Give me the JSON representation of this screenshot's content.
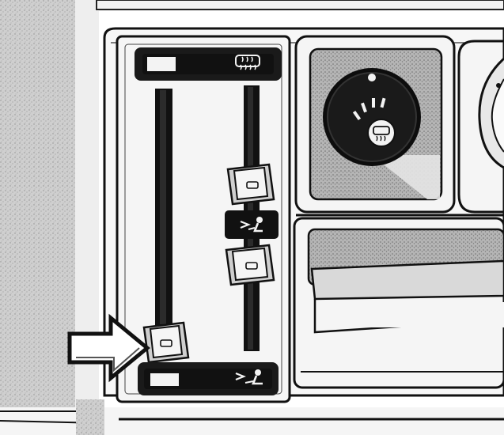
{
  "panel": {
    "type": "heater-ventilation-control-panel",
    "colors": {
      "stipple": "#b9b9b9",
      "panel_light": "#f3f3f3",
      "panel_dark": "#1a1a1a",
      "slot": "#111111"
    },
    "top_indicator": {
      "icon": "rear-defrost-icon"
    },
    "bottom_indicator": {
      "icon": "airflow-to-passenger-icon"
    },
    "middle_indicator": {
      "icon": "airflow-to-passenger-icon"
    },
    "left_slider": {
      "level": 0.0,
      "highlighted_by_arrow": true
    },
    "right_sliders": {
      "upper_level": 0.6,
      "lower_level": 0.4
    },
    "knob": {
      "icon": "rear-defrost-icon",
      "marks_icon": "fan-speed-marks-icon"
    }
  }
}
